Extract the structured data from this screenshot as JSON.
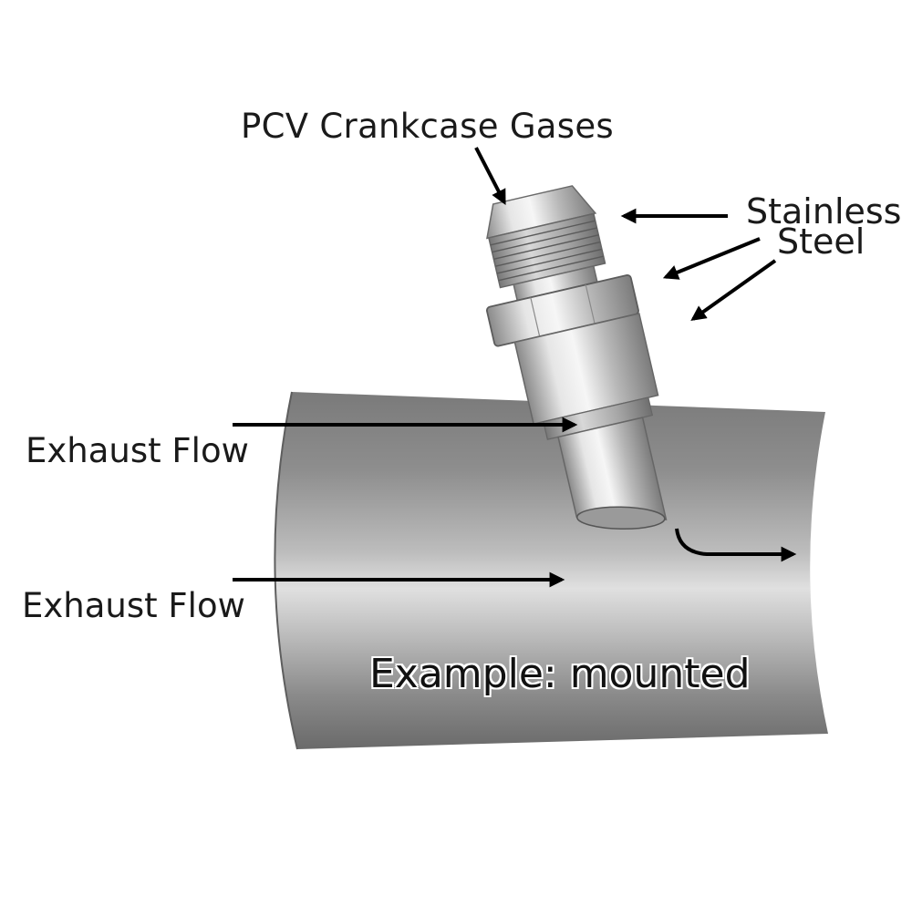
{
  "labels": {
    "pcv": "PCV Crankcase Gases",
    "stainless": "Stainless",
    "steel": "Steel",
    "exhaust_flow_top": "Exhaust Flow",
    "exhaust_flow_bottom": "Exhaust Flow",
    "caption": "Example: mounted"
  },
  "colors": {
    "text": "#1a1a1a",
    "arrow": "#000000",
    "pipe_dark": "#6e6e6e",
    "pipe_light": "#d9d9d9",
    "steel_light": "#e8e8e8",
    "steel_dark": "#7a7a7a"
  }
}
